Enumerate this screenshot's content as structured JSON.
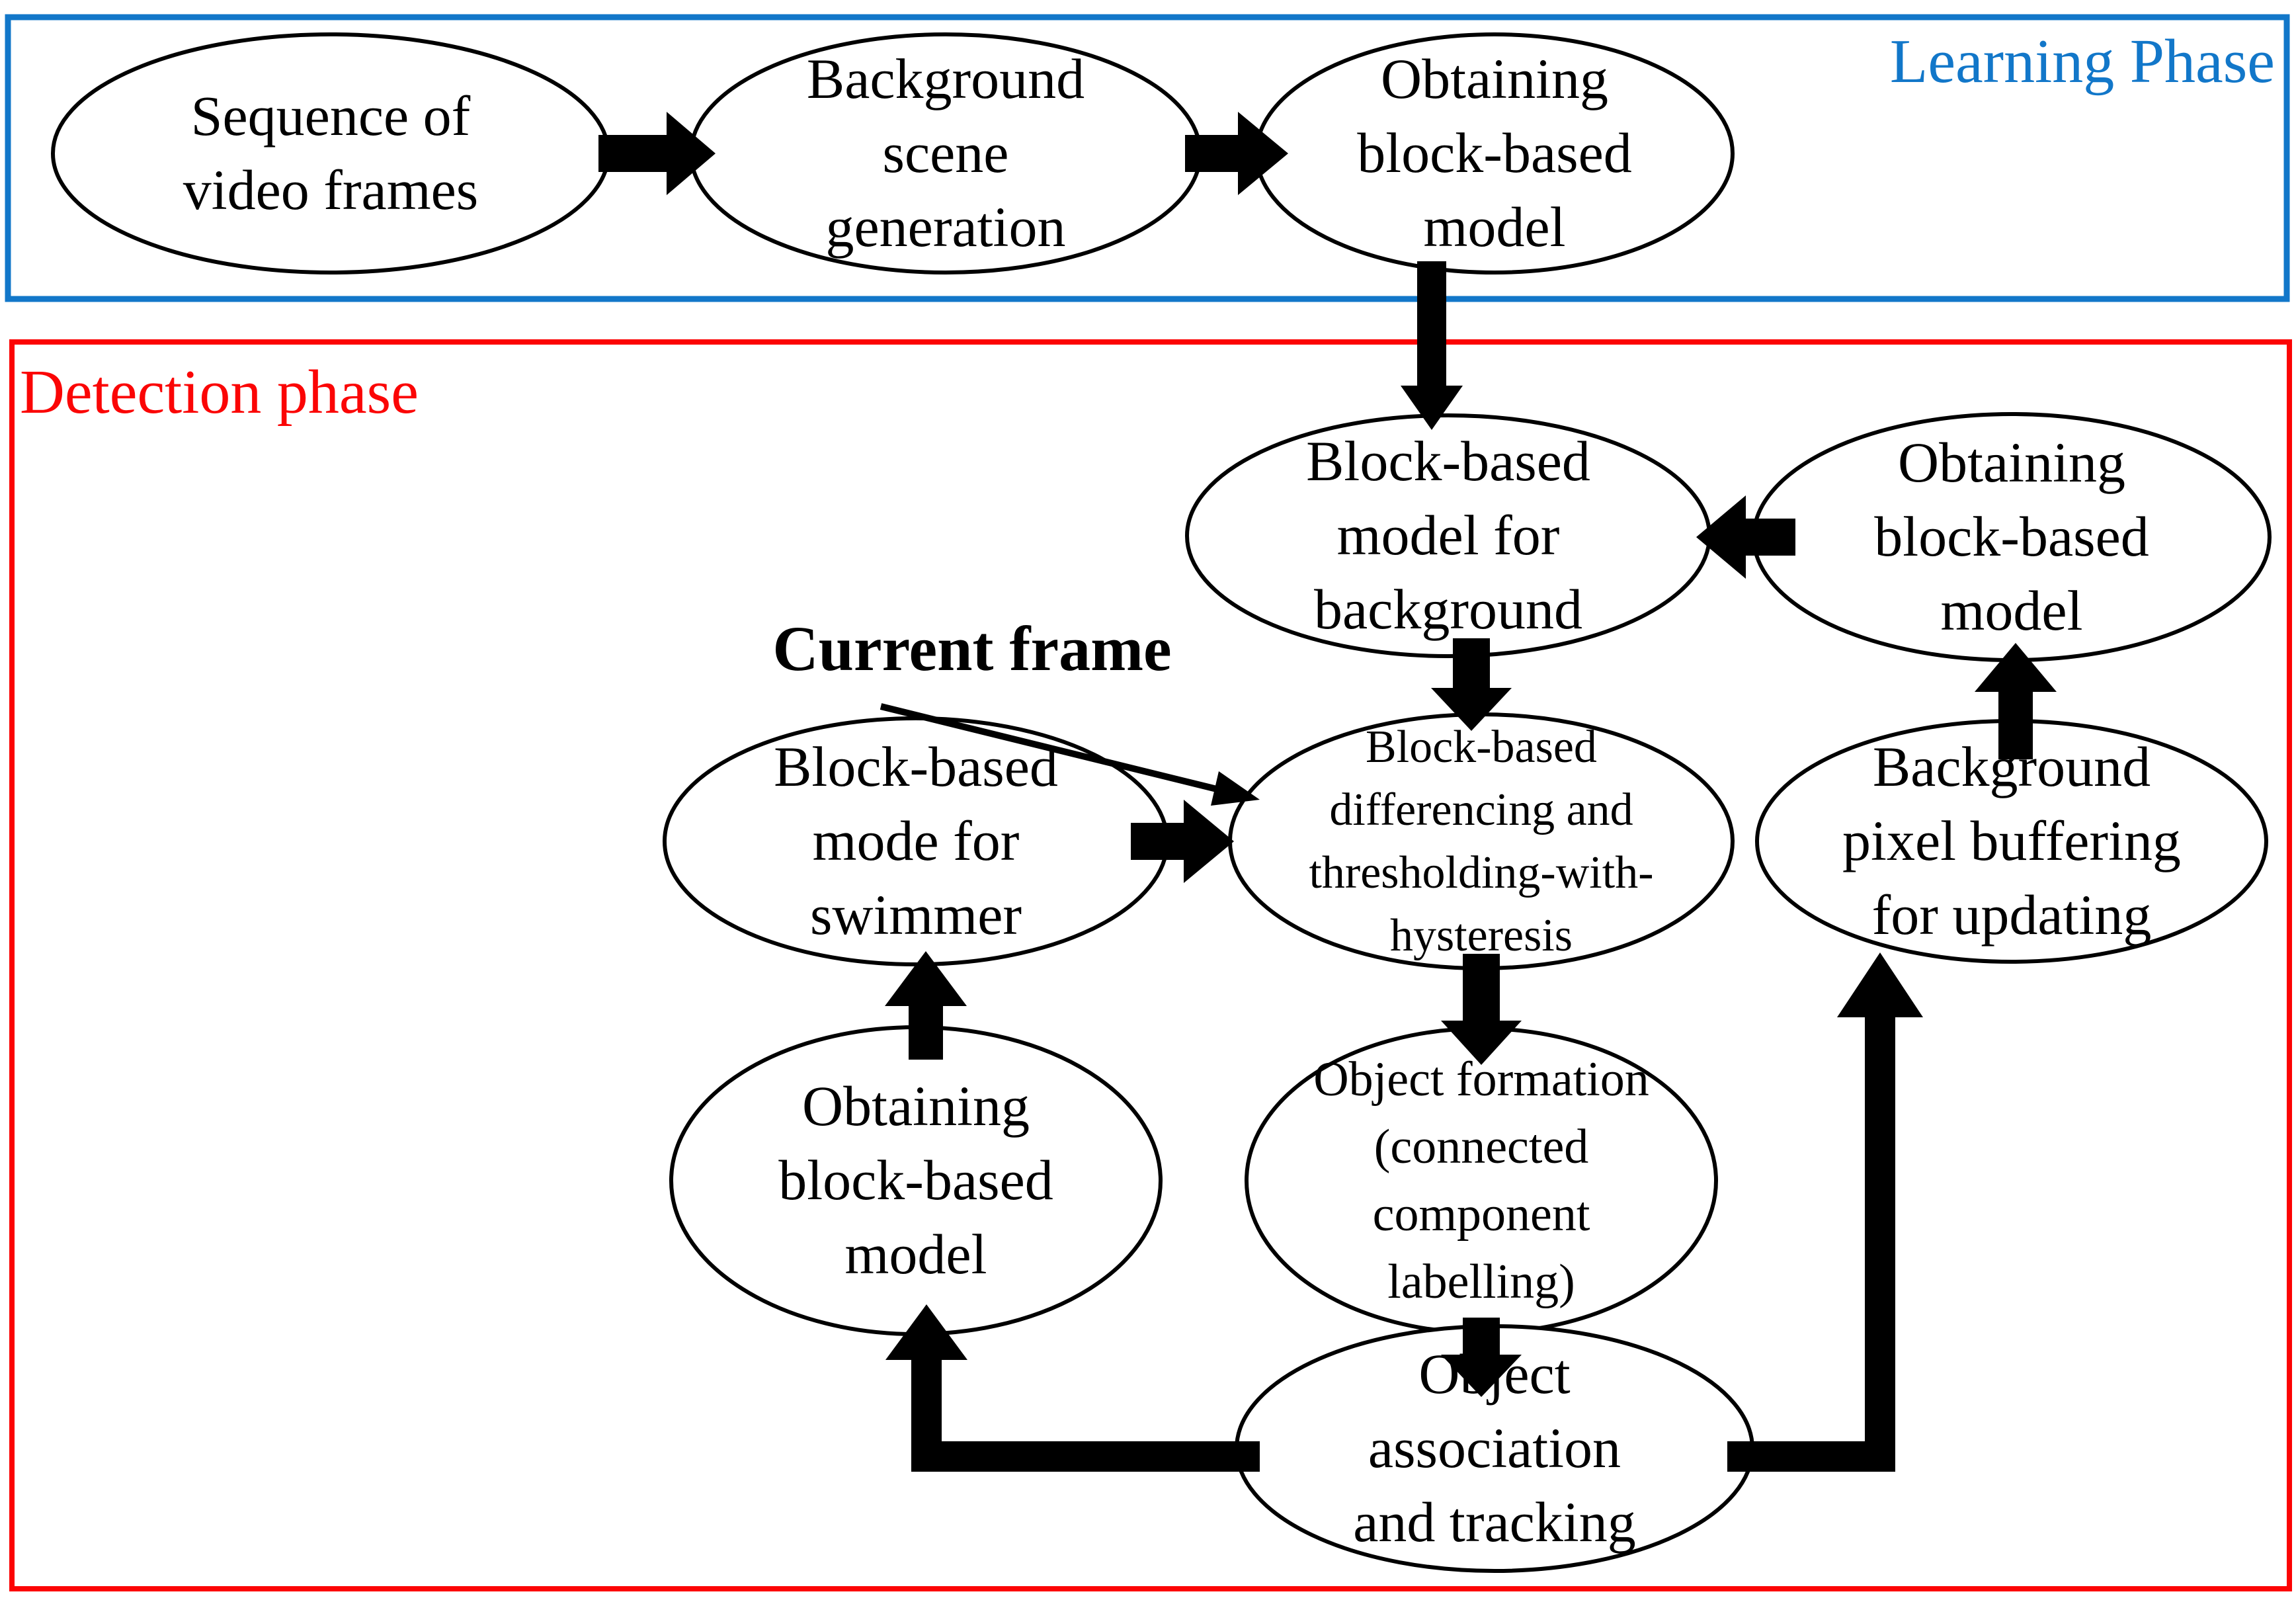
{
  "colors": {
    "learning_blue": "#1277C9",
    "detection_red": "#FC0404",
    "shape_stroke": "#000000",
    "arrow_black": "#000000"
  },
  "learning_phase": {
    "label": "Learning Phase",
    "nodes": {
      "sequence_video_frames": "Sequence of\nvideo frames",
      "background_scene_generation": "Background\nscene\ngeneration",
      "obtaining_block_based_model": "Obtaining\nblock-based\nmodel"
    }
  },
  "detection_phase": {
    "label": "Detection phase",
    "annotation": "Current frame",
    "nodes": {
      "block_based_model_for_background": "Block-based\nmodel for\nbackground",
      "obtaining_block_based_model_right": "Obtaining\nblock-based\nmodel",
      "background_pixel_buffering": "Background\npixel buffering\nfor updating",
      "block_based_mode_for_swimmer": "Block-based\nmode for\nswimmer",
      "block_based_differencing": "Block-based\ndifferencing and\nthresholding-with-\nhysteresis",
      "object_formation": "Object formation\n(connected\ncomponent\nlabelling)",
      "obtaining_block_based_model_left": "Obtaining\nblock-based\nmodel",
      "object_association_tracking": "Object\nassociation\nand tracking"
    }
  }
}
